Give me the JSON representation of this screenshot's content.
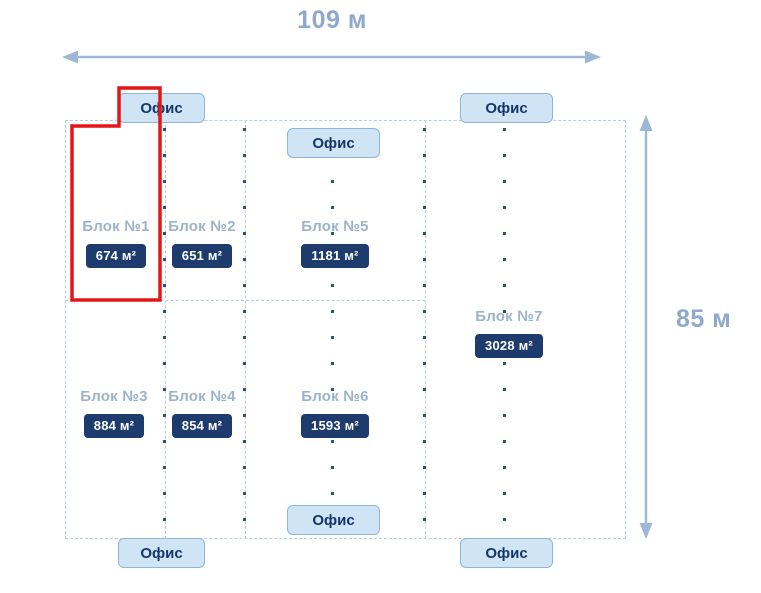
{
  "dimensions": {
    "width": {
      "label": "109 м"
    },
    "height": {
      "label": "85 м"
    }
  },
  "plan": {
    "office_label": "Офис",
    "offices": [
      "top-left",
      "top-middle",
      "top-right",
      "bottom-middle",
      "bottom-left",
      "bottom-right"
    ],
    "blocks": [
      {
        "label": "Блок №1",
        "area": "674 м²",
        "highlighted": true
      },
      {
        "label": "Блок №2",
        "area": "651 м²",
        "highlighted": false
      },
      {
        "label": "Блок №3",
        "area": "884 м²",
        "highlighted": false
      },
      {
        "label": "Блок №4",
        "area": "854 м²",
        "highlighted": false
      },
      {
        "label": "Блок №5",
        "area": "1181 м²",
        "highlighted": false
      },
      {
        "label": "Блок №6",
        "area": "1593 м²",
        "highlighted": false
      },
      {
        "label": "Блок №7",
        "area": "3028 м²",
        "highlighted": false
      }
    ]
  },
  "colors": {
    "dimension_line": "#9db8d4",
    "dimension_text": "#8fa9cc",
    "plan_line": "#b2cde8",
    "office_fill": "#cfe4f4",
    "office_border": "#8fb6d9",
    "office_text": "#16356b",
    "block_label": "#9cb3c9",
    "badge_bg": "#1e3b6e",
    "badge_text": "#ffffff",
    "highlight": "#e31717",
    "dot": "#2c4f86"
  }
}
